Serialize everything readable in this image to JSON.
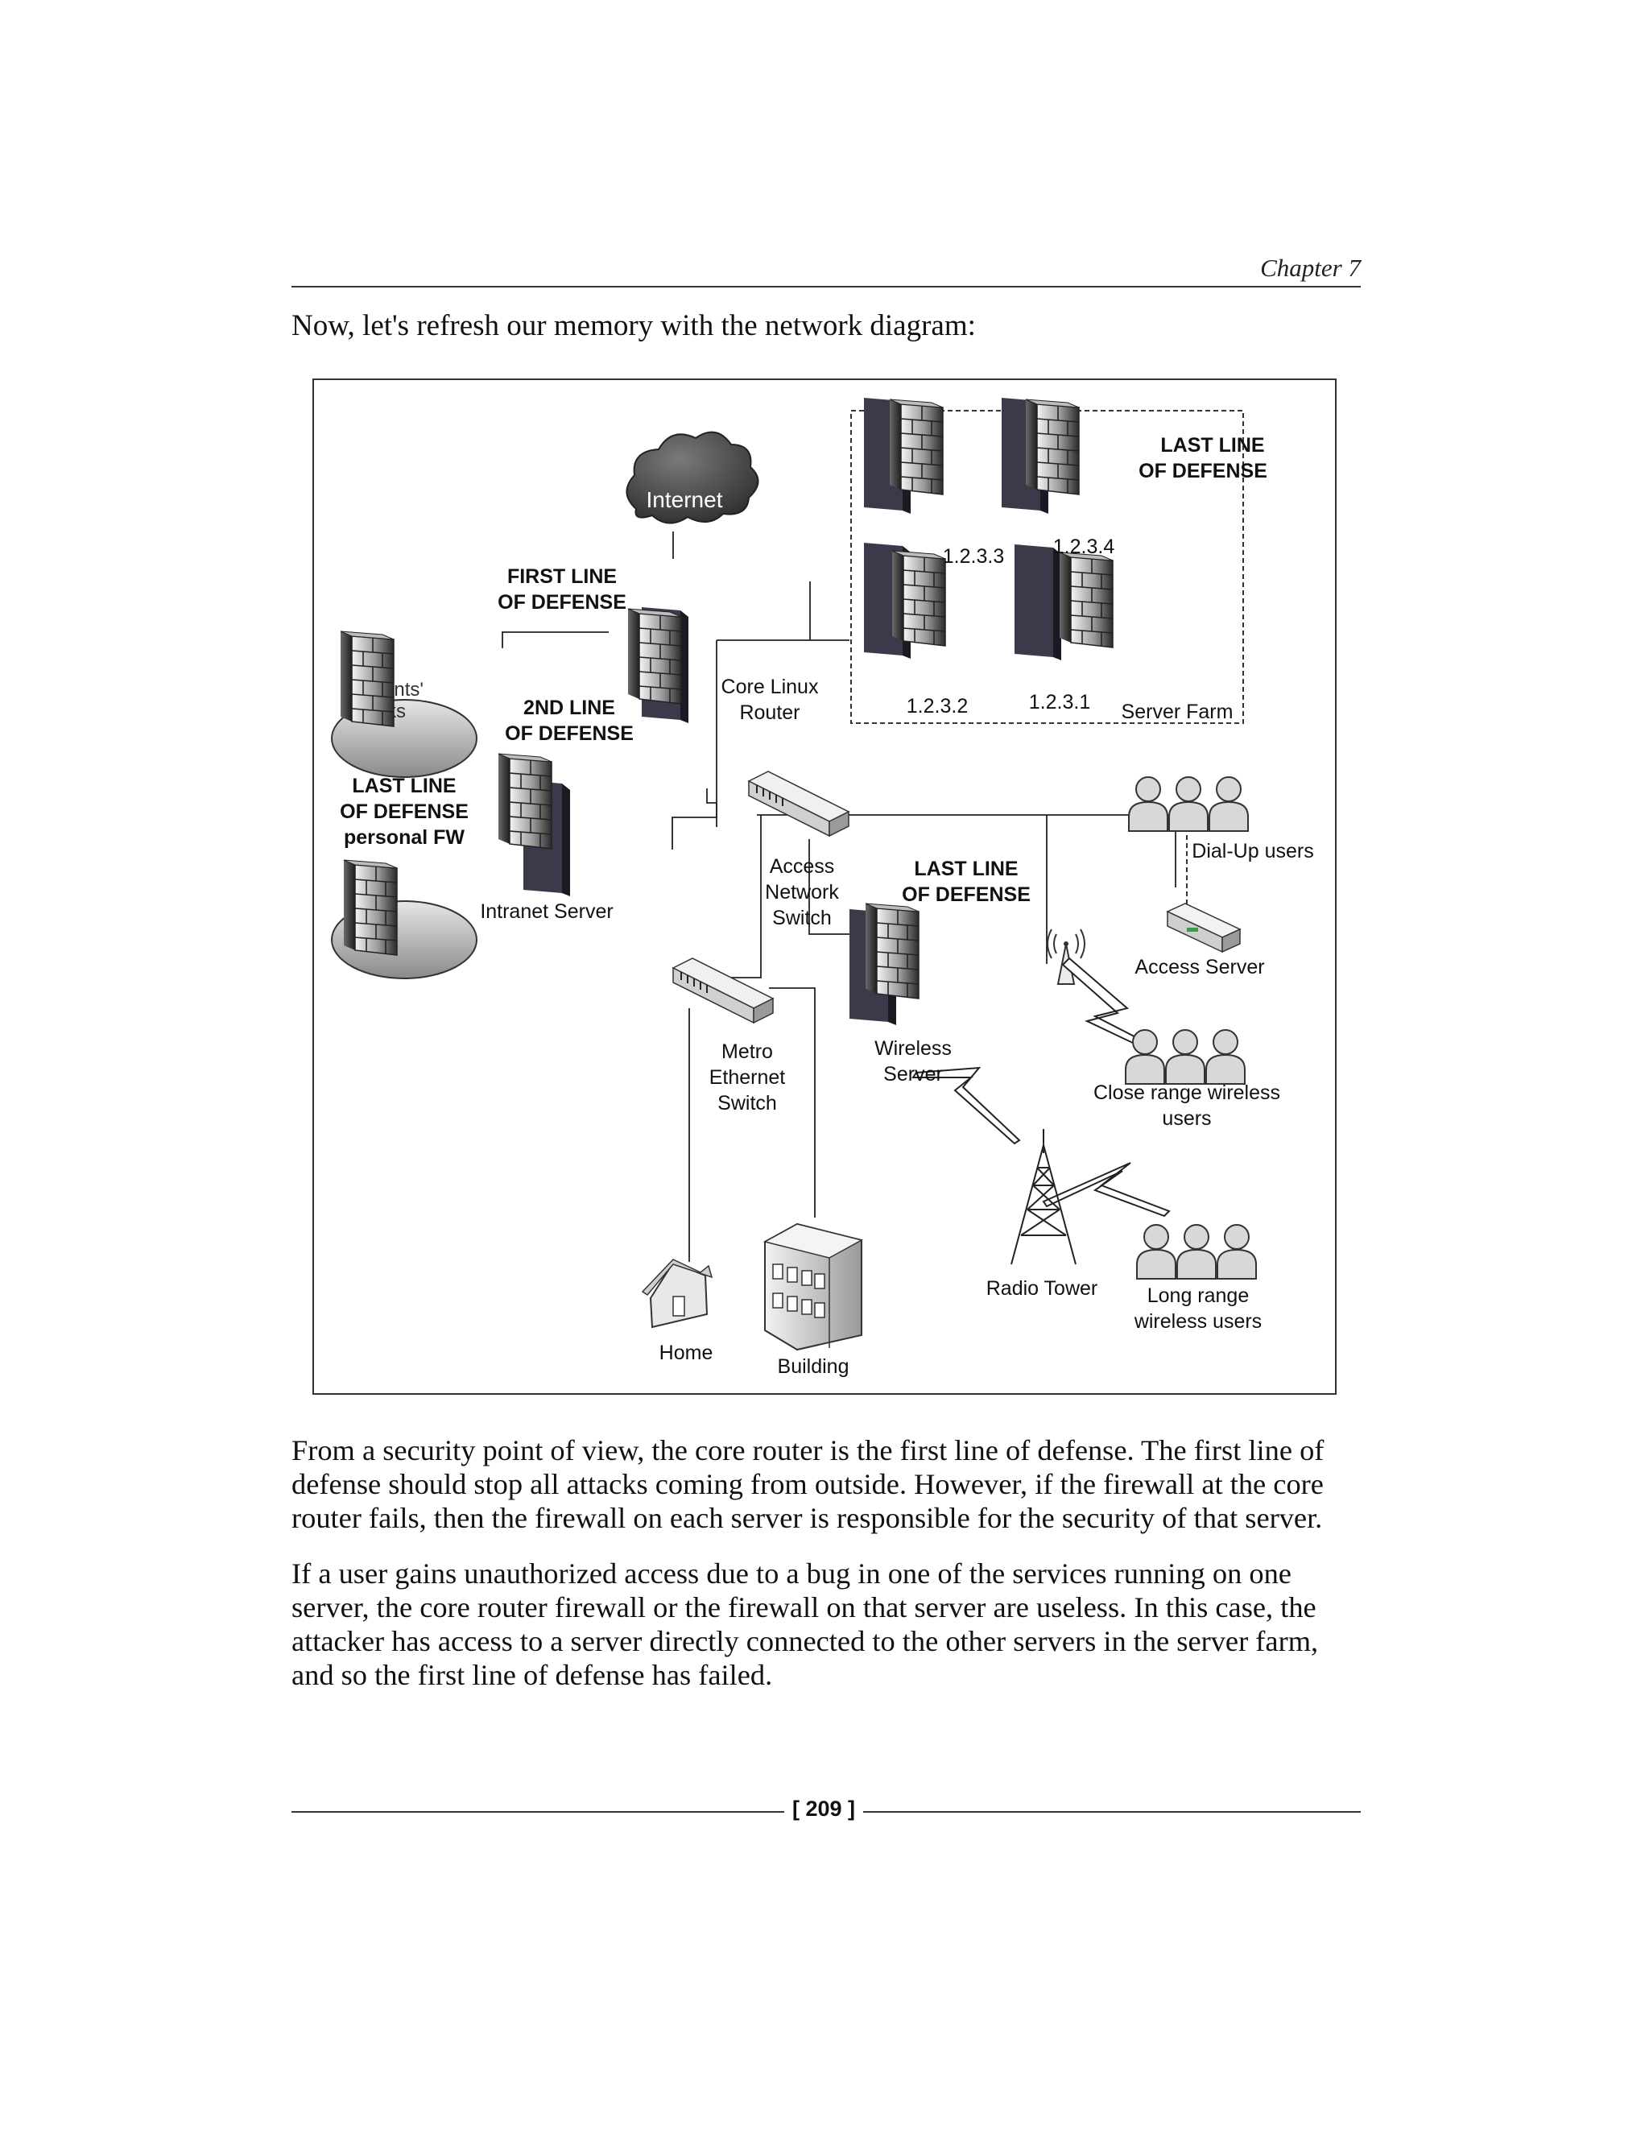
{
  "header": {
    "chapter": "Chapter 7"
  },
  "intro": "Now, let's refresh our memory with the network diagram:",
  "diagram": {
    "internet": "Internet",
    "first_line": [
      "FIRST LINE",
      "OF DEFENSE"
    ],
    "second_line": [
      "2ND LINE",
      "OF DEFENSE"
    ],
    "last_line_personal": [
      "LAST LINE",
      "OF DEFENSE",
      "personal FW"
    ],
    "last_line_farm": [
      "LAST LINE",
      "OF DEFENSE"
    ],
    "last_line_wireless": [
      "LAST LINE",
      "OF DEFENSE"
    ],
    "core_router": [
      "Core Linux",
      "Router"
    ],
    "server_farm": "Server Farm",
    "ips": [
      "1.2.3.3",
      "1.2.3.4",
      "1.2.3.2",
      "1.2.3.1"
    ],
    "intranet_server": "Intranet Server",
    "hidden_label": [
      "al",
      "ents'",
      "ks"
    ],
    "access_switch": [
      "Access",
      "Network",
      "Switch"
    ],
    "metro_switch": [
      "Metro",
      "Ethernet",
      "Switch"
    ],
    "wireless_server": [
      "Wireless",
      "Server"
    ],
    "dialup_users": "Dial-Up users",
    "access_server": "Access Server",
    "close_range": [
      "Close range wireless",
      "users"
    ],
    "radio_tower": "Radio Tower",
    "long_range": [
      "Long range",
      "wireless users"
    ],
    "home": "Home",
    "building": "Building"
  },
  "body": {
    "paragraph1": "From a security point of view, the core router is the first line of defense. The first line of defense should stop all attacks coming from outside. However, if the firewall at the core router fails, then the firewall on each server is responsible for the security of that server.",
    "paragraph2": "If a user gains unauthorized access due to a bug in one of the services running on one server, the core router firewall or the firewall on that server are useless. In this case, the attacker has access to a server directly connected to the other servers in the server farm, and so the first line of defense has failed."
  },
  "footer": {
    "page_number": "[ 209 ]"
  }
}
